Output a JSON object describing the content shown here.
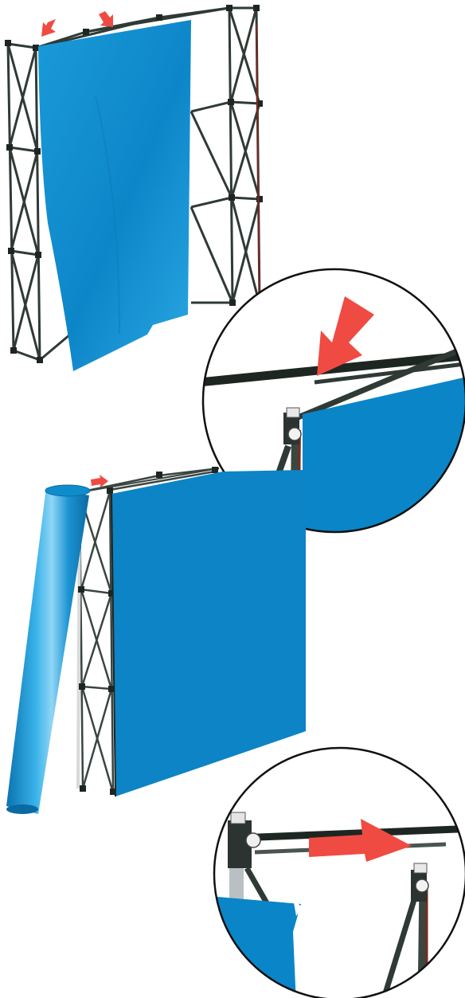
{
  "illustration": {
    "steps": [
      {
        "id": "step-1",
        "subject": "panel-hanging-on-frame",
        "callout": "hook-detail"
      },
      {
        "id": "step-2",
        "subject": "panel-unrolled-frame-edge",
        "callout": "slide-to-next-hook"
      }
    ]
  },
  "colors": {
    "panel_blue": "#0f8fd0",
    "panel_dark_blue": "#0a7cbf",
    "frame": "#2f3a35",
    "arrow_red": "#ef4b43",
    "outline": "#111111",
    "background": "#ffffff"
  },
  "icons": {
    "arrow": "red-arrow-icon",
    "hook": "magnetic-hook-icon"
  }
}
